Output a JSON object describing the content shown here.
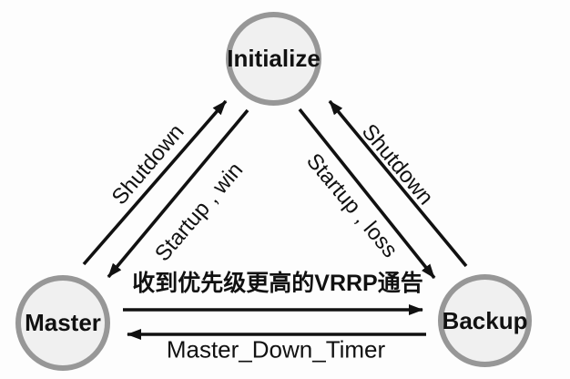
{
  "diagram": {
    "type": "state-machine",
    "topic": "VRRP state transitions",
    "colors": {
      "background": "#fdfdfd",
      "node_fill": "#f0f0f0",
      "node_border": "#979797",
      "arrow": "#111111",
      "text": "#111111"
    },
    "nodes": [
      {
        "id": "initialize",
        "label": "Initialize"
      },
      {
        "id": "master",
        "label": "Master"
      },
      {
        "id": "backup",
        "label": "Backup"
      }
    ],
    "edges": [
      {
        "from": "Master",
        "to": "Initialize",
        "label": "Shutdown"
      },
      {
        "from": "Initialize",
        "to": "Master",
        "label": "Startup , win"
      },
      {
        "from": "Initialize",
        "to": "Backup",
        "label": "Startup , loss"
      },
      {
        "from": "Backup",
        "to": "Initialize",
        "label": "Shutdown"
      },
      {
        "from": "Master",
        "to": "Backup",
        "label": "收到优先级更高的VRRP通告"
      },
      {
        "from": "Backup",
        "to": "Master",
        "label": "Master_Down_Timer"
      }
    ]
  }
}
